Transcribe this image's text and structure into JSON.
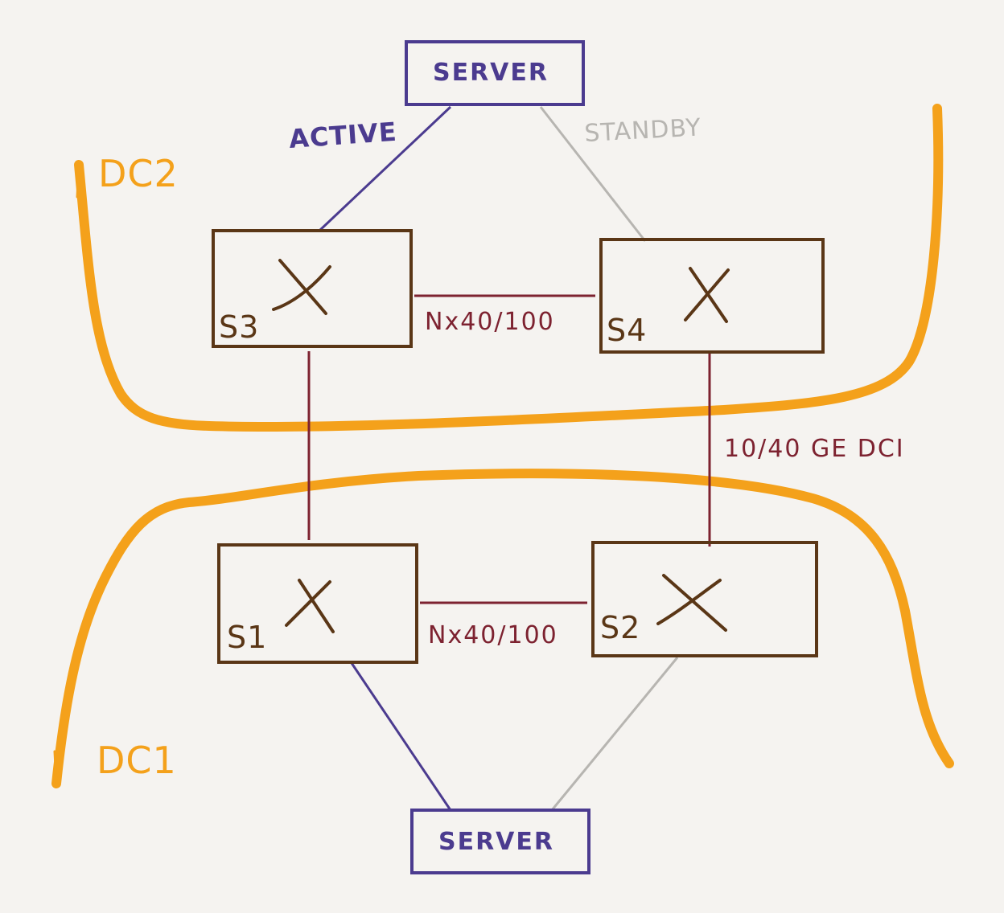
{
  "servers": {
    "top": "SERVER",
    "bottom": "SERVER"
  },
  "switches": {
    "s1": "S1",
    "s2": "S2",
    "s3": "S3",
    "s4": "S4"
  },
  "links": {
    "active": "ACTIVE",
    "standby": "STANDBY",
    "s3_s4": "Nx40/100",
    "s1_s2": "Nx40/100",
    "dci": "10/40 GE DCI"
  },
  "datacenters": {
    "dc2": "DC2",
    "dc1": "DC1"
  },
  "colors": {
    "background": "#f5f3f0",
    "server": "#4b3b8f",
    "switch": "#5a3616",
    "link": "#7d2230",
    "standby": "#b7b5b1",
    "datacenter": "#f4a11b"
  }
}
